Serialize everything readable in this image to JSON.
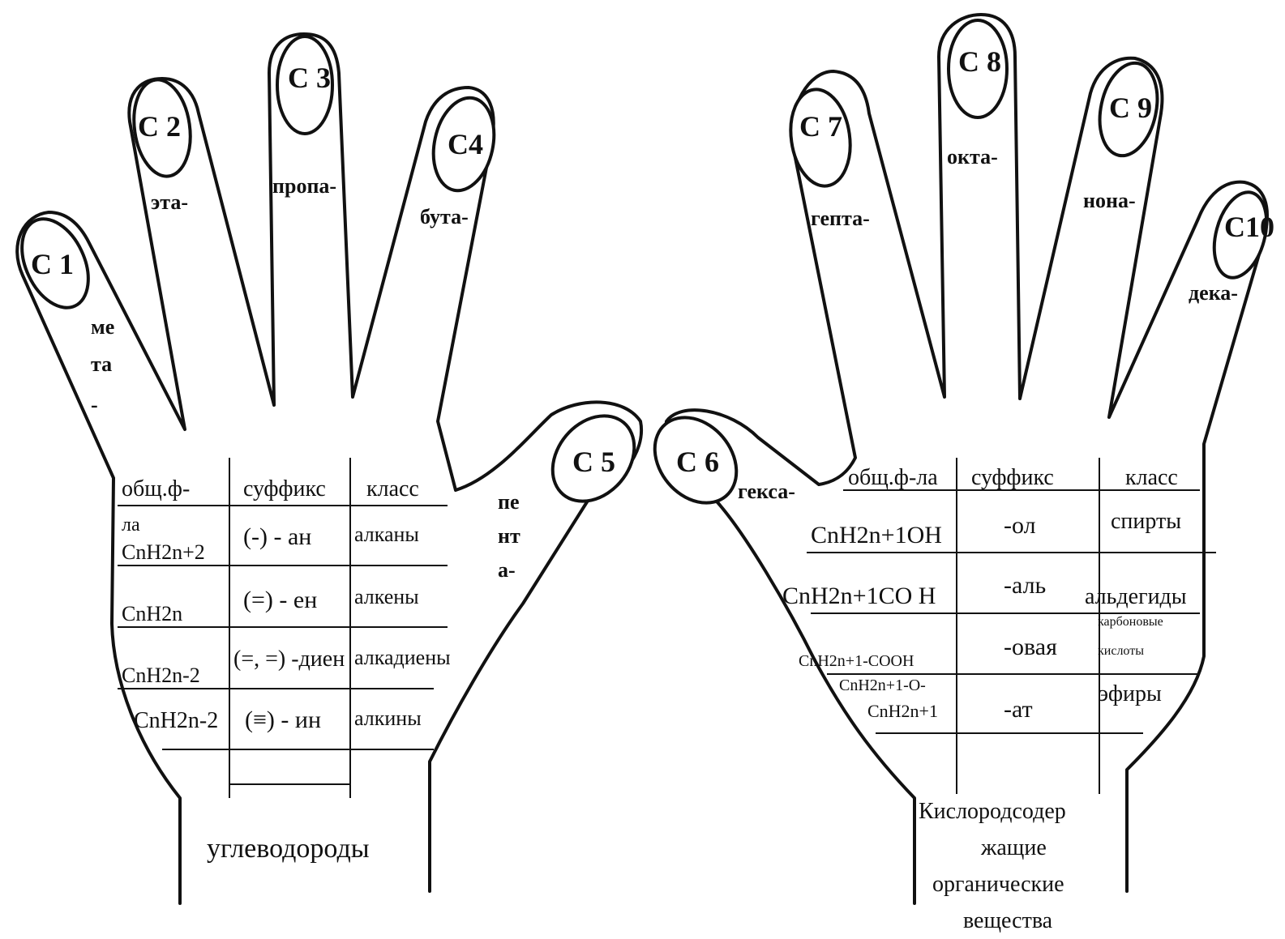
{
  "fingers": {
    "c1": "C 1",
    "c2": "C 2",
    "c3": "C 3",
    "c4": "C4",
    "c5": "C 5",
    "c6": "C 6",
    "c7": "C 7",
    "c8": "C 8",
    "c9": "C 9",
    "c10": "C10"
  },
  "prefixes": {
    "meta1": "ме",
    "meta2": "та",
    "meta3": "-",
    "eta": "эта-",
    "propa": "пропа-",
    "buta": "бута-",
    "penta1": "пе",
    "penta2": "нт",
    "penta3": "а-",
    "hexa": "гекса-",
    "hepta": "гепта-",
    "octa": "окта-",
    "nona": "нона-",
    "deca": "дека-"
  },
  "left_table": {
    "headers": {
      "formula1": "общ.ф-",
      "formula2": "ла",
      "suffix": "суффикс",
      "class": "класс"
    },
    "rows": [
      {
        "formula": "CnH2n+2",
        "suffix": "(-) - ан",
        "class": "алканы"
      },
      {
        "formula": "CnH2n",
        "suffix": "(=) - ен",
        "class": "алкены"
      },
      {
        "formula": "CnH2n-2",
        "suffix": "(=, =) -диен",
        "class": "алкадиены"
      },
      {
        "formula": "CnH2n-2",
        "suffix": "(≡) - ин",
        "class": "алкины"
      }
    ],
    "caption": "углеводороды"
  },
  "right_table": {
    "headers": {
      "formula": "общ.ф-ла",
      "suffix": "суффикс",
      "class": "класс"
    },
    "rows": [
      {
        "formula": "CnH2n+1OH",
        "suffix": "-ол",
        "class": "спирты"
      },
      {
        "formula": "CnH2n+1CO H",
        "suffix": "-аль",
        "class": "альдегиды"
      },
      {
        "formula": "CnH2n+1-COOH",
        "suffix": "-овая",
        "class1": "карбоновые",
        "class2": "кислоты"
      },
      {
        "formula1": "CnH2n+1-O-",
        "formula2": "CnH2n+1",
        "suffix": "-ат",
        "class": "эфиры"
      }
    ],
    "caption1": "Кислородсодер",
    "caption2": "жащие",
    "caption3": "органические",
    "caption4": "вещества"
  }
}
